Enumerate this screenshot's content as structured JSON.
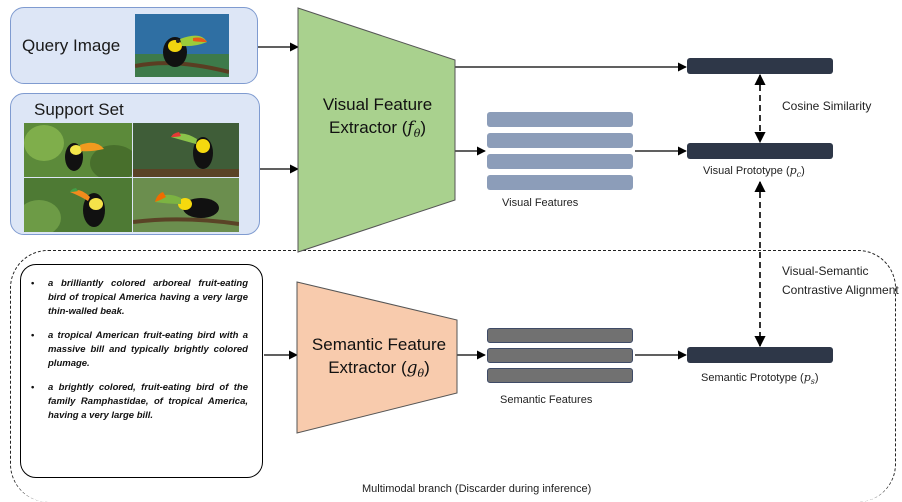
{
  "query": {
    "label": "Query Image"
  },
  "support": {
    "label": "Support Set"
  },
  "visual_extractor": {
    "label_line1": "Visual Feature",
    "label_line2": "Extractor (",
    "symbol": "f",
    "sub": "θ",
    "close": ")"
  },
  "semantic_extractor": {
    "label_line1": "Semantic Feature",
    "label_line2": "Extractor (",
    "symbol": "g",
    "sub": "θ",
    "close": ")"
  },
  "visual_features": {
    "label": "Visual Features"
  },
  "semantic_features": {
    "label": "Semantic Features"
  },
  "visual_prototype": {
    "label_prefix": "Visual Prototype (",
    "symbol": "p",
    "sub": "c",
    "close": ")"
  },
  "semantic_prototype": {
    "label_prefix": "Semantic Prototype (",
    "symbol": "p",
    "sub": "s",
    "close": ")"
  },
  "cosine": {
    "label": "Cosine Similarity"
  },
  "alignment": {
    "line1": "Visual-Semantic",
    "line2": "Contrastive Alignment"
  },
  "branch": {
    "label": "Multimodal branch (Discarder during inference)"
  },
  "descriptions": [
    "a brilliantly colored arboreal fruit-eating bird of tropical America having a very large thin-walled beak.",
    "a tropical American fruit-eating bird with a massive bill and typically brightly colored plumage.",
    "a brightly colored, fruit-eating bird of the family Ramphastidae, of tropical America, having a very large bill."
  ],
  "bullet": "•",
  "colors": {
    "input_box": "#dde6f6",
    "visual_extractor": "#a9d18e",
    "semantic_extractor": "#f8cbad",
    "visual_feature_bar": "#8c9db9",
    "semantic_feature_bar": "#717171",
    "prototype_bar": "#2e3748"
  },
  "icons": [
    "toucan-photo",
    "arrow",
    "dashed-double-arrow"
  ]
}
